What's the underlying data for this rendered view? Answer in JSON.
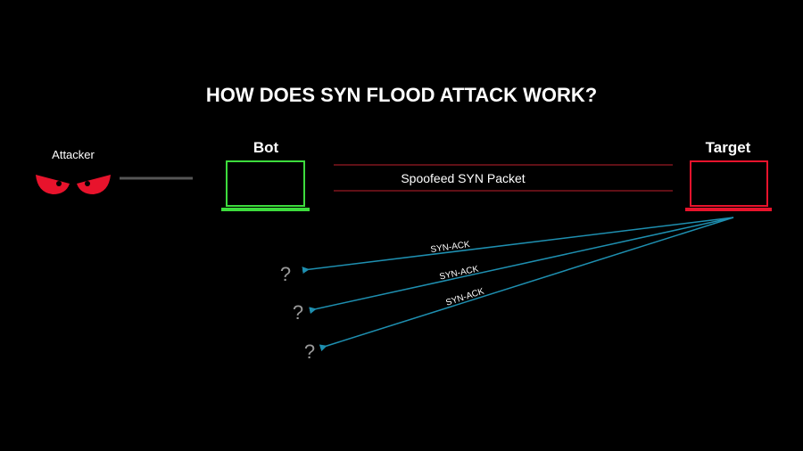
{
  "title": "HOW DOES SYN FLOOD ATTACK WORK?",
  "nodes": {
    "attacker": {
      "label": "Attacker",
      "icon": "angry-eyes-icon",
      "color": "#e8132c"
    },
    "bot": {
      "label": "Bot",
      "icon": "laptop-icon",
      "color": "#3ddc3d"
    },
    "target": {
      "label": "Target",
      "icon": "laptop-icon",
      "color": "#e8132c"
    }
  },
  "edges": {
    "spoofed": {
      "label": "Spoofeed SYN Packet",
      "color": "#c01f2c"
    },
    "link_color": "#555555",
    "responses": [
      {
        "label": "SYN-ACK",
        "destination": "?"
      },
      {
        "label": "SYN-ACK",
        "destination": "?"
      },
      {
        "label": "SYN-ACK",
        "destination": "?"
      }
    ],
    "response_color": "#1e8fb0"
  },
  "colors": {
    "background": "#000000",
    "text": "#ffffff",
    "unknown": "#9a9a9a"
  }
}
